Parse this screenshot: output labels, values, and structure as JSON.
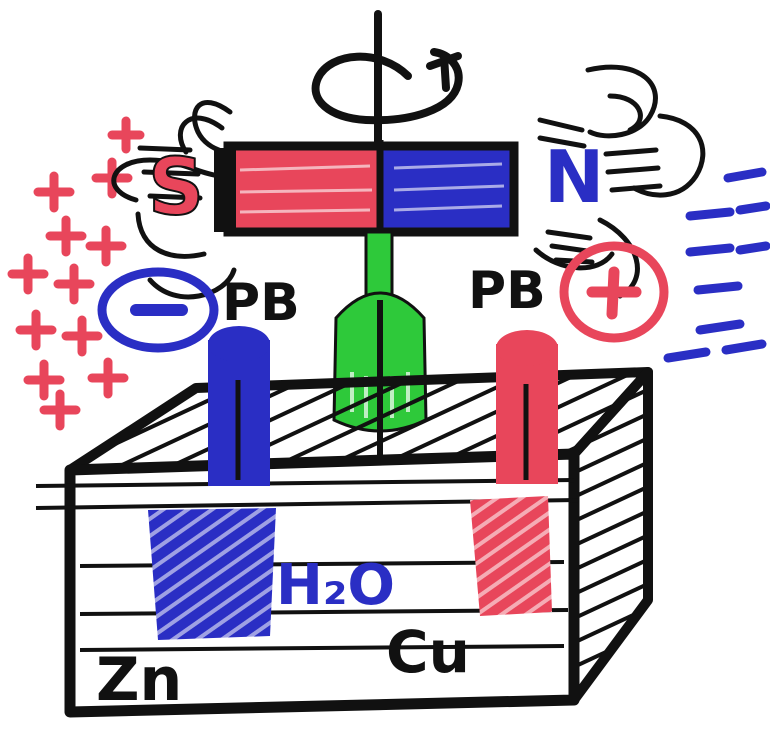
{
  "labels": {
    "south_pole": "S",
    "north_pole": "N",
    "left_terminal_label": "PB",
    "right_terminal_label": "PB",
    "negative_sign": "−",
    "positive_sign": "+",
    "water": "H₂O",
    "left_electrode_metal": "Zn",
    "right_electrode_metal": "Cu"
  },
  "colors": {
    "ink": "#111111",
    "red": "#e8465b",
    "blue": "#2a2ec4",
    "green": "#2ec93a"
  },
  "icons": {
    "rotation": "rotation-arrow-icon",
    "plus_charge": "plus-icon",
    "minus_charge": "minus-icon"
  }
}
